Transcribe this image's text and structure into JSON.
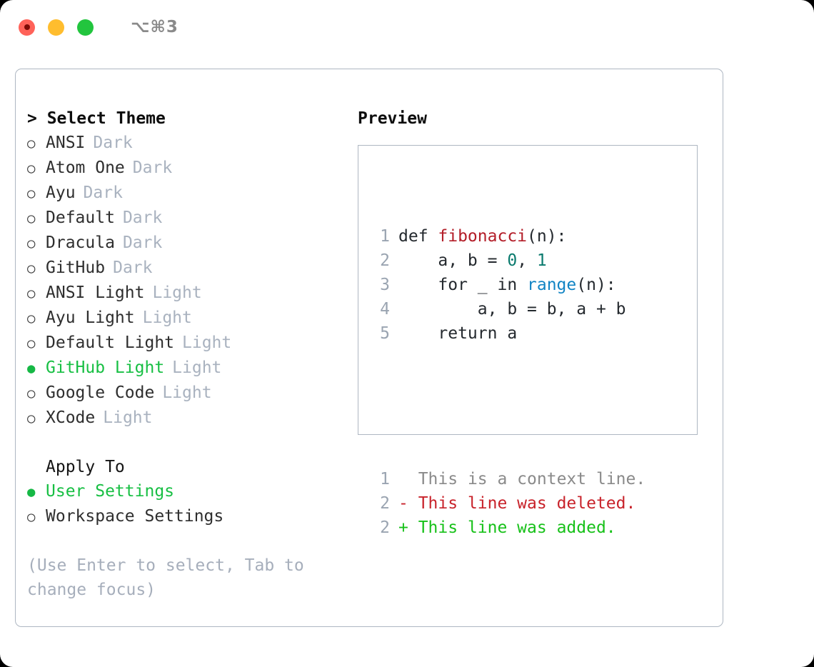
{
  "titlebar": {
    "shortcut": "⌥⌘3",
    "lights": [
      {
        "name": "close",
        "color": "#ff6259"
      },
      {
        "name": "minimize",
        "color": "#ffbd2e"
      },
      {
        "name": "maximize",
        "color": "#22c53e"
      }
    ]
  },
  "theme_list": {
    "header": "> Select Theme",
    "items": [
      {
        "bullet": "○",
        "name": "ANSI",
        "kind": "Dark",
        "selected": false
      },
      {
        "bullet": "○",
        "name": "Atom One",
        "kind": "Dark",
        "selected": false
      },
      {
        "bullet": "○",
        "name": "Ayu",
        "kind": "Dark",
        "selected": false
      },
      {
        "bullet": "○",
        "name": "Default",
        "kind": "Dark",
        "selected": false
      },
      {
        "bullet": "○",
        "name": "Dracula",
        "kind": "Dark",
        "selected": false
      },
      {
        "bullet": "○",
        "name": "GitHub",
        "kind": "Dark",
        "selected": false
      },
      {
        "bullet": "○",
        "name": "ANSI Light",
        "kind": "Light",
        "selected": false
      },
      {
        "bullet": "○",
        "name": "Ayu Light",
        "kind": "Light",
        "selected": false
      },
      {
        "bullet": "○",
        "name": "Default Light",
        "kind": "Light",
        "selected": false
      },
      {
        "bullet": "●",
        "name": "GitHub Light",
        "kind": "Light",
        "selected": true
      },
      {
        "bullet": "○",
        "name": "Google Code",
        "kind": "Light",
        "selected": false
      },
      {
        "bullet": "○",
        "name": "XCode",
        "kind": "Light",
        "selected": false
      }
    ]
  },
  "apply_to": {
    "header": "Apply To",
    "items": [
      {
        "bullet": "●",
        "name": "User Settings",
        "selected": true
      },
      {
        "bullet": "○",
        "name": "Workspace Settings",
        "selected": false
      }
    ]
  },
  "hint": "(Use Enter to select, Tab to change focus)",
  "preview": {
    "label": "Preview",
    "code_lines": [
      {
        "no": "1",
        "tokens": [
          {
            "t": "def ",
            "c": "plain"
          },
          {
            "t": "fibonacci",
            "c": "fn"
          },
          {
            "t": "(n):",
            "c": "plain"
          }
        ]
      },
      {
        "no": "2",
        "tokens": [
          {
            "t": "    a, b = ",
            "c": "plain"
          },
          {
            "t": "0",
            "c": "num"
          },
          {
            "t": ", ",
            "c": "plain"
          },
          {
            "t": "1",
            "c": "num"
          }
        ]
      },
      {
        "no": "3",
        "tokens": [
          {
            "t": "    for _ in ",
            "c": "plain"
          },
          {
            "t": "range",
            "c": "call"
          },
          {
            "t": "(n):",
            "c": "plain"
          }
        ]
      },
      {
        "no": "4",
        "tokens": [
          {
            "t": "        a, b = b, a + b",
            "c": "plain"
          }
        ]
      },
      {
        "no": "5",
        "tokens": [
          {
            "t": "    return a",
            "c": "plain"
          }
        ]
      }
    ],
    "diff_lines": [
      {
        "no": "1",
        "marker": "  ",
        "text": "This is a context line.",
        "kind": "ctx"
      },
      {
        "no": "2",
        "marker": "- ",
        "text": "This line was deleted.",
        "kind": "del"
      },
      {
        "no": "2",
        "marker": "+ ",
        "text": "This line was added.",
        "kind": "add"
      }
    ]
  },
  "colors": {
    "accent_green": "#17bf43",
    "muted": "#a9b2bf",
    "border": "#aeb7c2",
    "fn_red": "#b31d28",
    "num_teal": "#0a7a6e",
    "call_blue": "#1184c4",
    "diff_delete": "#c8232b",
    "diff_add": "#17c119"
  }
}
